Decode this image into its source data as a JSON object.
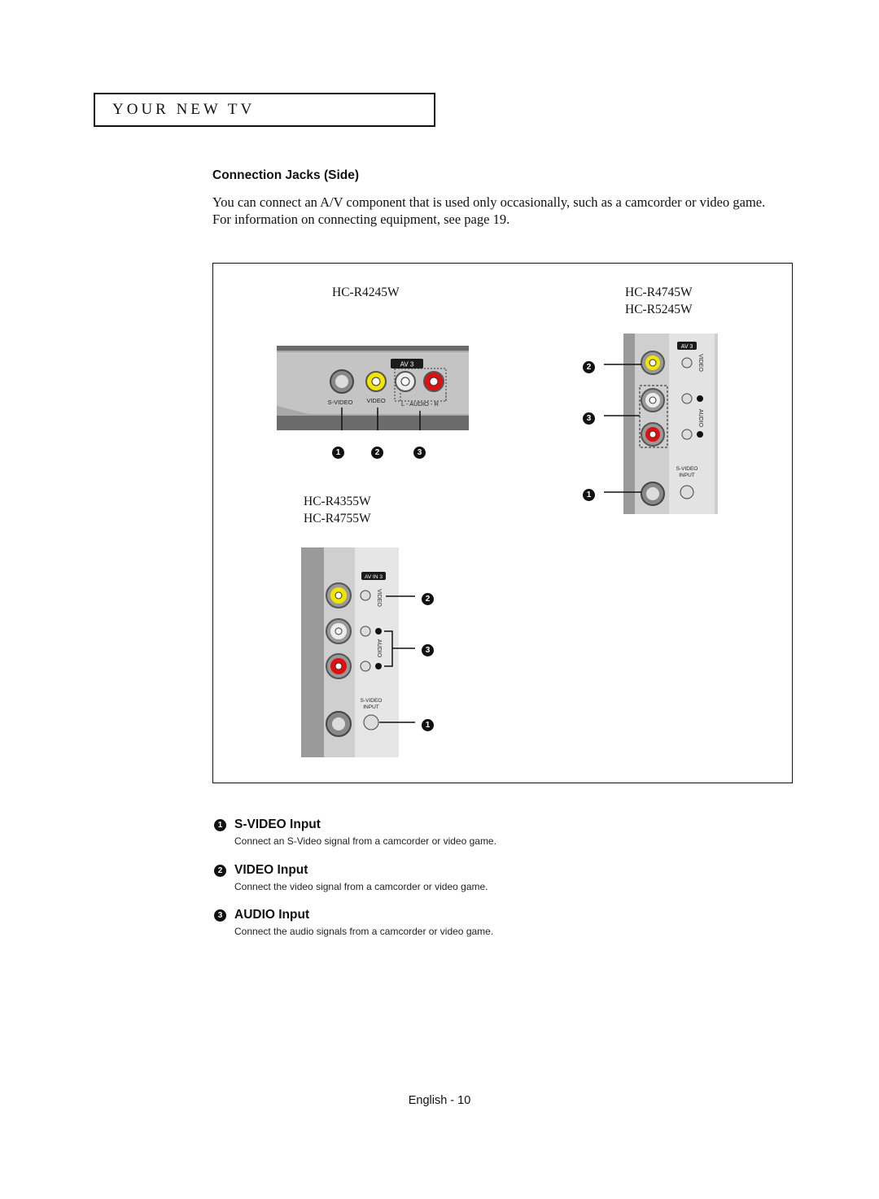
{
  "header": {
    "chapter_title": "YOUR NEW TV"
  },
  "section": {
    "heading": "Connection Jacks (Side)",
    "intro": "You can connect an A/V component that is used only occasionally, such as a camcorder or video game. For information on connecting equipment, see page 19."
  },
  "figure": {
    "model_a": "HC-R4245W",
    "model_b_line1": "HC-R4745W",
    "model_b_line2": "HC-R5245W",
    "model_c_line1": "HC-R4355W",
    "model_c_line2": "HC-R4755W",
    "callouts": [
      "1",
      "2",
      "3"
    ],
    "panel_labels": {
      "av3": "AV 3",
      "av_in3": "AV IN 3",
      "s_video": "S-VIDEO",
      "video": "VIDEO",
      "l_audio_r": "L - AUDIO - R",
      "svideo_input_1": "S-VIDEO",
      "svideo_input_2": "INPUT",
      "audio": "AUDIO",
      "l": "L",
      "r": "R"
    }
  },
  "items": [
    {
      "number": "1",
      "title": "S-VIDEO Input",
      "description": "Connect an S-Video signal from a camcorder or video game."
    },
    {
      "number": "2",
      "title": "VIDEO Input",
      "description": "Connect the video signal from a camcorder or video game."
    },
    {
      "number": "3",
      "title": "AUDIO Input",
      "description": "Connect the audio signals from a camcorder or video game."
    }
  ],
  "footer": {
    "page_label": "English - 10"
  },
  "colors": {
    "video_jack": "#f2e600",
    "audio_r_jack": "#e01010",
    "panel_gray": "#b9b9b9"
  }
}
